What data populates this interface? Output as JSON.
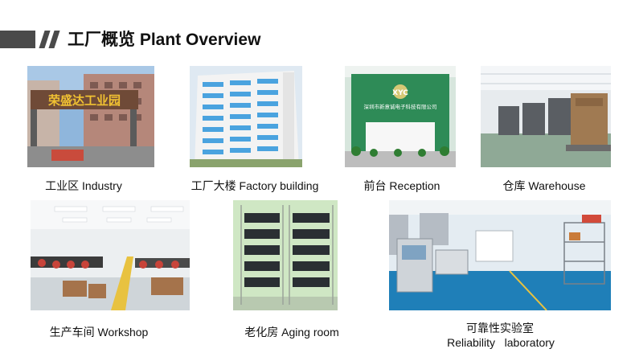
{
  "title": "工厂概览 Plant Overview",
  "photos": {
    "industry": {
      "caption": "工业区 Industry",
      "sign_text": "荣盛达工业园"
    },
    "factory_building": {
      "caption": "工厂大楼 Factory building"
    },
    "reception": {
      "caption": "前台 Reception",
      "logo_text": "XYC",
      "company_text": "深圳市新意诚电子科技有限公司"
    },
    "warehouse": {
      "caption": "仓库 Warehouse"
    },
    "workshop": {
      "caption": "生产车间 Workshop"
    },
    "aging_room": {
      "caption": "老化房 Aging room"
    },
    "reliability_lab": {
      "caption_line1": "可靠性实验室",
      "caption_line2": "Reliability   laboratory"
    }
  },
  "colors": {
    "header_bar": "#4a4a4a",
    "reception_wall": "#2e8b57",
    "floor_blue": "#1f7fb8"
  }
}
